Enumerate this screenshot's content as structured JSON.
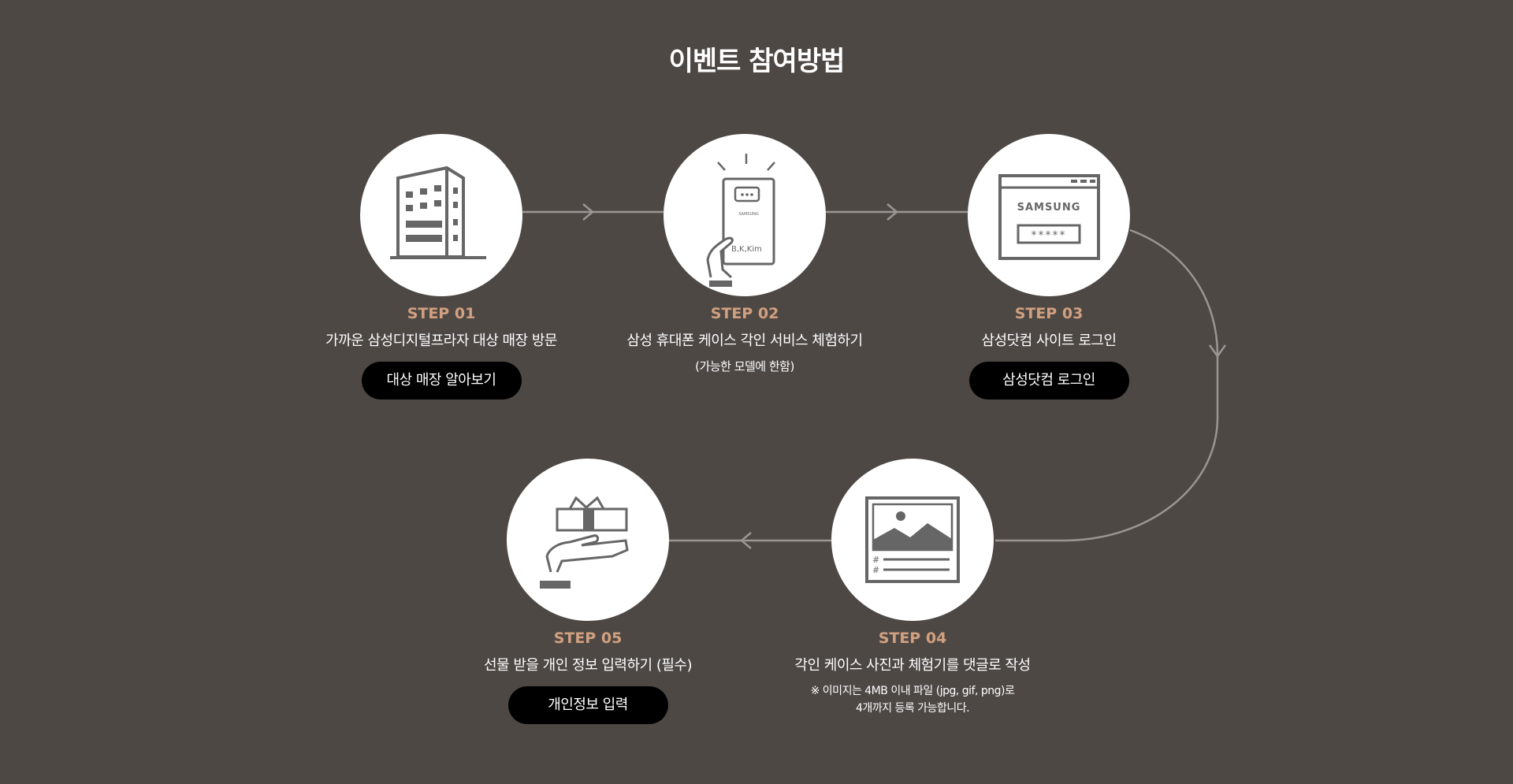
{
  "page": {
    "title": "이벤트 참여방법"
  },
  "steps": [
    {
      "label": "STEP 01",
      "desc": "가까운 삼성디지털프라자 대상 매장 방문",
      "button": "대상 매장 알아보기"
    },
    {
      "label": "STEP 02",
      "desc": "삼성 휴대폰 케이스 각인 서비스 체험하기",
      "note": "(가능한 모델에 한함)",
      "icon_text": {
        "brand": "SAMSUNG",
        "name": "B,K,Kim"
      }
    },
    {
      "label": "STEP 03",
      "desc": "삼성닷컴 사이트 로그인",
      "button": "삼성닷컴 로그인",
      "icon_text": {
        "brand": "SAMSUNG",
        "password": "*****"
      }
    },
    {
      "label": "STEP 04",
      "desc": "각인 케이스 사진과  체험기를 댓글로 작성",
      "note1": "※ 이미지는 4MB 이내 파일 (jpg, gif, png)로",
      "note2": "4개까지 등록 가능합니다."
    },
    {
      "label": "STEP 05",
      "desc": "선물 받을 개인 정보 입력하기 (필수)",
      "button": "개인정보 입력"
    }
  ],
  "colors": {
    "background": "#4e4845",
    "accent": "#d1a07f",
    "icon": "#666666",
    "button": "#000000"
  },
  "icons": [
    "building-icon",
    "phone-engraving-icon",
    "samsung-login-icon",
    "photo-post-icon",
    "gift-icon"
  ]
}
